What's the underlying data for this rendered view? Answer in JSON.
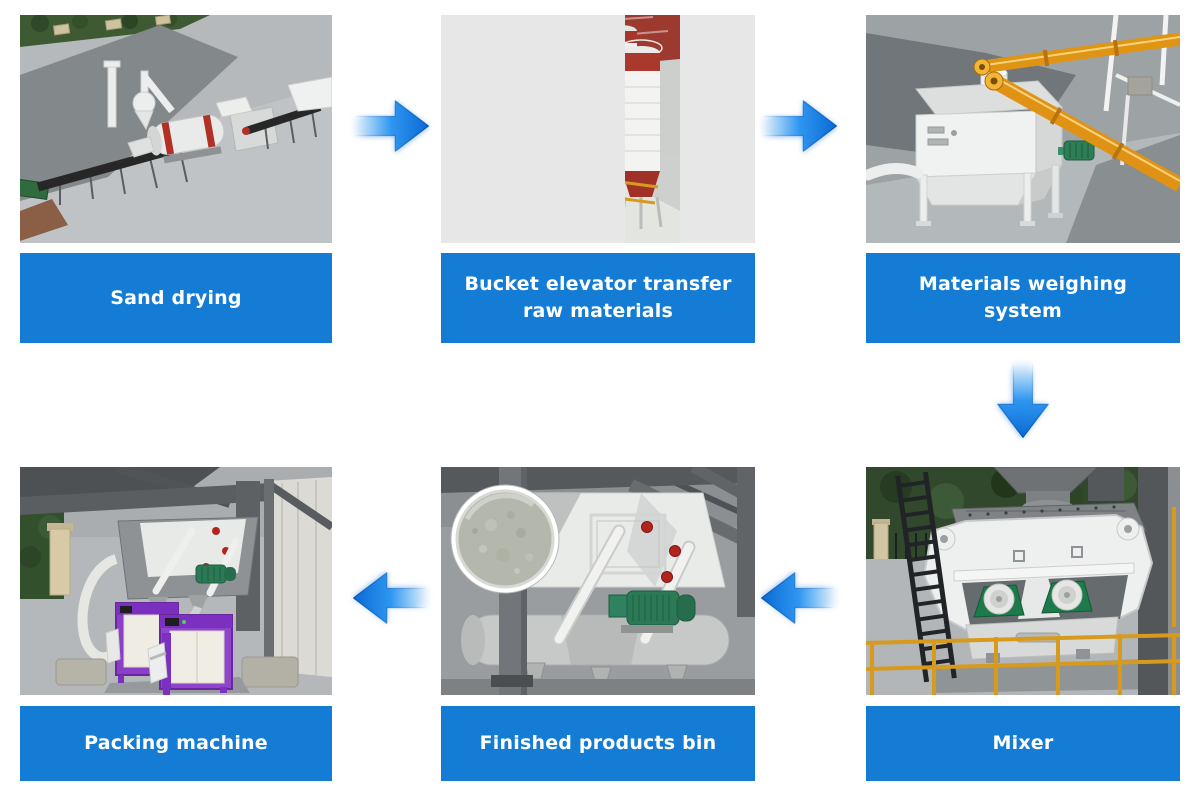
{
  "diagram": {
    "type": "process-flow",
    "subject": "Dry sand / mortar production line, six stations connected by blue arrows in a clockwise S-flow"
  },
  "colors": {
    "label_bg": "#147cd4",
    "label_text": "#ffffff",
    "arrow_light": "#a8d4f8",
    "arrow_mid": "#2f97f0",
    "arrow_dark": "#0a6ad4",
    "canvas_bg": "#ffffff"
  },
  "steps": [
    {
      "id": "sand-drying",
      "label": "Sand drying",
      "depicts": "aerial view of rotary drum dryer with cyclone, chimney and two black belt conveyors on grey concrete"
    },
    {
      "id": "bucket-elevator",
      "label": "Bucket elevator transfer raw materials",
      "depicts": "tall bucket elevator beside three white cement silos with red bands, portrait photo on light grey panel"
    },
    {
      "id": "materials-weighing",
      "label": "Materials weighing system",
      "depicts": "white weighing hopper with green motor fed by two orange screw conveyors on concrete"
    },
    {
      "id": "mixer",
      "label": "Mixer",
      "depicts": "twin-shaft paddle mixer with white housing, two green bearing blocks, grey hopper above, black ladder, yellow guard railing, trees behind"
    },
    {
      "id": "finished-products-bin",
      "label": "Finished products bin",
      "depicts": "finished product hopper with white braces, red hand knobs, green discharge motor under dark steel frame; round inset of grey powder"
    },
    {
      "id": "packing-machine",
      "label": "Packing machine",
      "depicts": "two purple-framed valve-bag packing machines below a grey hopper with green motor, under dark steel platform"
    }
  ],
  "arrows": [
    {
      "name": "arrow-right-icon",
      "direction": "right",
      "from": "sand-drying",
      "to": "bucket-elevator"
    },
    {
      "name": "arrow-right-icon",
      "direction": "right",
      "from": "bucket-elevator",
      "to": "materials-weighing"
    },
    {
      "name": "arrow-down-icon",
      "direction": "down",
      "from": "materials-weighing",
      "to": "mixer"
    },
    {
      "name": "arrow-left-icon",
      "direction": "left",
      "from": "mixer",
      "to": "finished-products-bin"
    },
    {
      "name": "arrow-left-icon",
      "direction": "left",
      "from": "finished-products-bin",
      "to": "packing-machine"
    }
  ]
}
